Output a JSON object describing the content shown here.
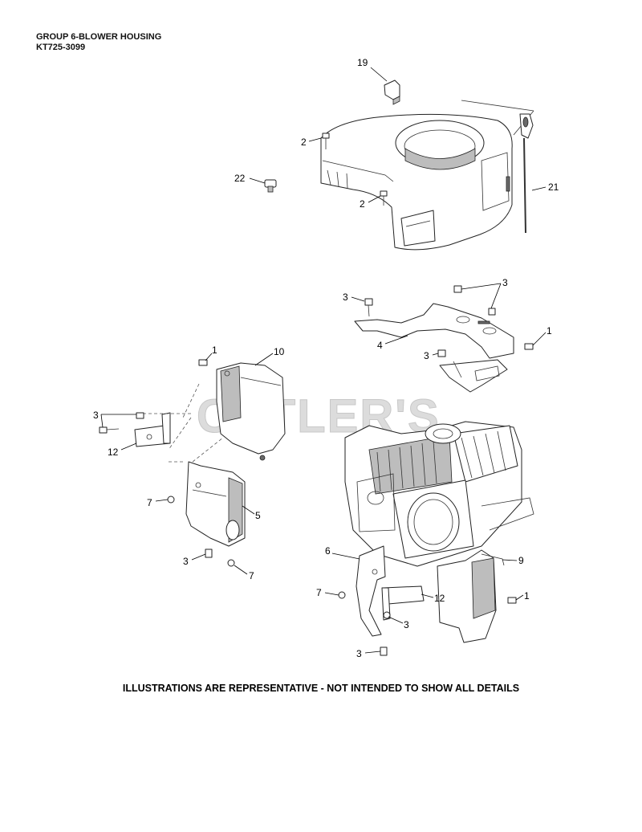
{
  "header": {
    "group": "GROUP 6-BLOWER HOUSING",
    "model": "KT725-3099"
  },
  "watermark": "CUTLER'S",
  "footer": "ILLUSTRATIONS ARE REPRESENTATIVE - NOT INTENDED TO SHOW ALL DETAILS",
  "callouts": {
    "c19": "19",
    "c2a": "2",
    "c2b": "2",
    "c22": "22",
    "c21": "21",
    "c3a": "3",
    "c3b": "3",
    "c3c": "3",
    "c3d": "3",
    "c3e": "3",
    "c3f": "3",
    "c3g": "3",
    "c4": "4",
    "c1a": "1",
    "c1b": "1",
    "c1c": "1",
    "c10": "10",
    "c12a": "12",
    "c12b": "12",
    "c7a": "7",
    "c7b": "7",
    "c7c": "7",
    "c5": "5",
    "c6": "6",
    "c9": "9"
  }
}
